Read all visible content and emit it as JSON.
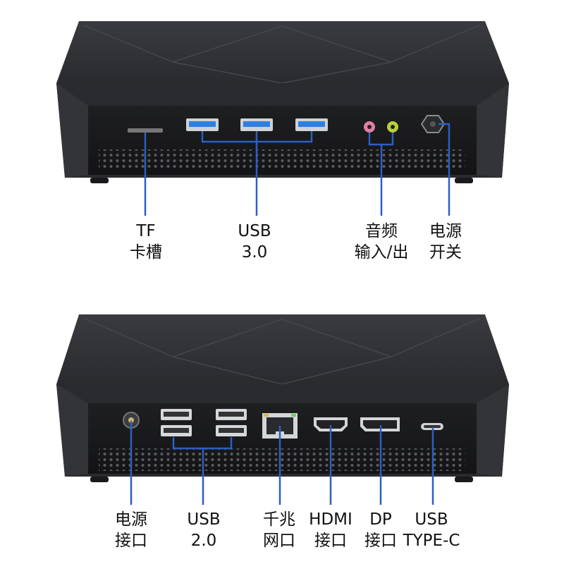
{
  "top_labels": {
    "tf_slot": {
      "line1": "TF",
      "line2": "卡槽"
    },
    "usb3": {
      "line1": "USB",
      "line2": "3.0"
    },
    "audio": {
      "line1": "音频",
      "line2": "输入/出"
    },
    "power_switch": {
      "line1": "电源",
      "line2": "开关"
    }
  },
  "bottom_labels": {
    "power_port": {
      "line1": "电源",
      "line2": "接口"
    },
    "usb2": {
      "line1": "USB",
      "line2": "2.0"
    },
    "lan": {
      "line1": "千兆",
      "line2": "网口"
    },
    "hdmi": {
      "line1": "HDMI",
      "line2": "接口"
    },
    "dp": {
      "line1": "DP",
      "line2": "接口"
    },
    "usbc": {
      "line1": "USB",
      "line2": "TYPE-C"
    }
  },
  "colors": {
    "body": "#2c2d30",
    "panel": "#1b1b1d",
    "callout_line": "#2b5fc4",
    "usb3_blue": "#2f7fe0",
    "audio_pink": "#e07fa8",
    "audio_green": "#b9cf3c"
  }
}
